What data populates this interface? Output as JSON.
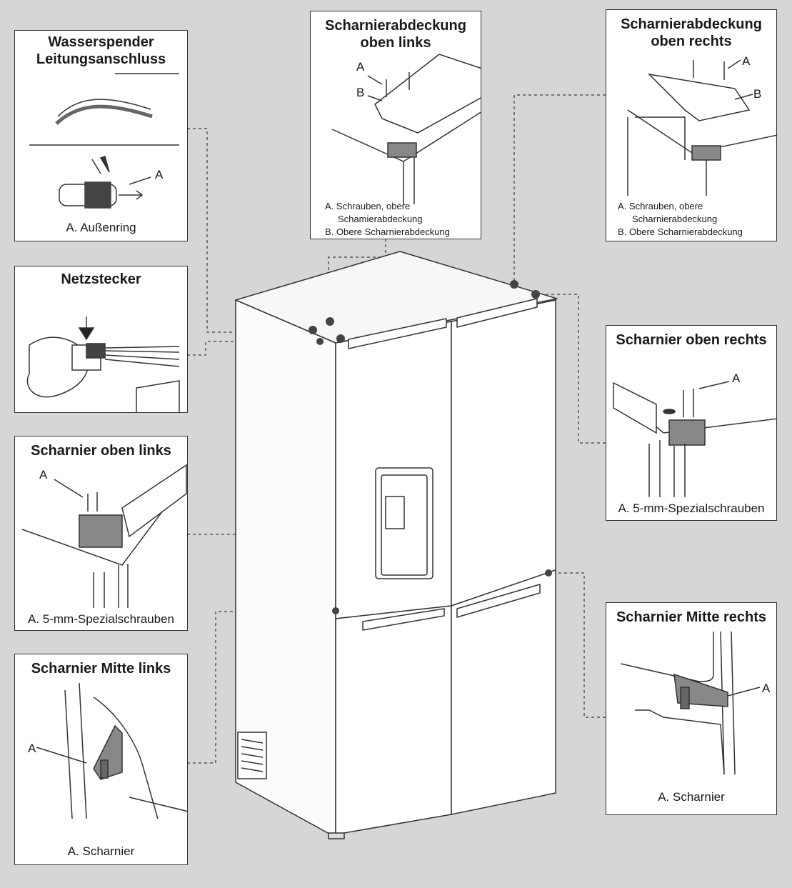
{
  "colors": {
    "background": "#d6d6d6",
    "panel": "#ffffff",
    "border": "#333333",
    "dot": "#444444"
  },
  "panels": {
    "wasserspender": {
      "title_line1": "Wasserspender",
      "title_line2": "Leitungsanschluss",
      "marker_a": "A",
      "caption": "A. Außenring"
    },
    "netzstecker": {
      "title": "Netzstecker"
    },
    "scharnier_oben_links": {
      "title": "Scharnier oben links",
      "marker_a": "A",
      "caption": "A. 5-mm-Spezialschrauben"
    },
    "scharnier_mitte_links": {
      "title": "Scharnier Mitte links",
      "marker_a": "A",
      "caption": "A. Scharnier"
    },
    "abdeckung_oben_links": {
      "title_line1": "Scharnierabdeckung",
      "title_line2": "oben links",
      "marker_a": "A",
      "marker_b": "B",
      "caption_a_line1": "A. Schrauben, obere",
      "caption_a_line2": "Schamierabdeckung",
      "caption_b": "B. Obere Scharnierabdeckung"
    },
    "abdeckung_oben_rechts": {
      "title_line1": "Scharnierabdeckung",
      "title_line2": "oben rechts",
      "marker_a": "A",
      "marker_b": "B",
      "caption_a_line1": "A. Schrauben, obere",
      "caption_a_line2": "Scharnierabdeckung",
      "caption_b": "B. Obere Scharnierabdeckung"
    },
    "scharnier_oben_rechts": {
      "title": "Scharnier oben rechts",
      "marker_a": "A",
      "caption": "A. 5-mm-Spezialschrauben"
    },
    "scharnier_mitte_rechts": {
      "title": "Scharnier Mitte rechts",
      "marker_a": "A",
      "caption": "A. Scharnier"
    }
  }
}
